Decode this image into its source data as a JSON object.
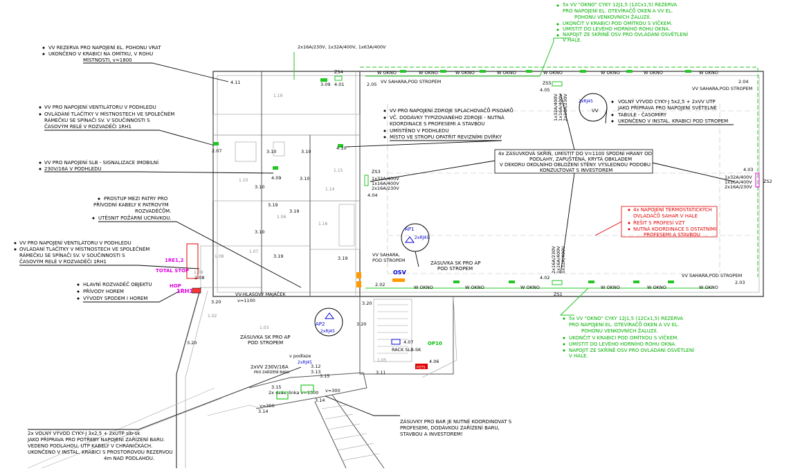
{
  "notes": {
    "top_green": [
      "5x VV \"OKNO\" CYKY 12J1,5 (12Cx1,5) REZERVA",
      "PRO NAPOJENÍ EL. OTEVÍRAČŮ OKEN A VV EL.",
      "POHONU VENKOVNÍCH ŽALUZIÍ.",
      "UKONČIT V KRABICI POD OMÍTKOU S VÍČKEM.",
      "UMÍSTIT DO LEVÉHO HORNÍHO ROHU OKNA.",
      "NAPOJIT ZE SKŘÍNĚ OSV PRO OVLÁDÁNÍ OSVĚTLENÍ",
      "V HALE."
    ],
    "bottom_green": [
      "5x VV \"OKNO\" CYKY 12J1,5 (12Cx1,5) REZERVA",
      "PRO NAPOJENÍ EL. OTEVÍRAČŮ OKEN A VV EL.",
      "POHONU VENKOVNÍCH ŽALUZIÍ.",
      "UKONČIT V KRABICI POD OMÍTKOU S VÍČKEM.",
      "UMÍSTIT DO LEVÉHO HORNÍHO ROHU OKNA.",
      "NAPOJIT ZE SKŘÍNĚ OSV PRO OVLÁDÁNÍ OSVĚTLENÍ",
      "V HALE."
    ],
    "gate": [
      "VV REZERVA PRO NAPOJENÍ EL. POHONU VRAT",
      "UKONČENO V KRABICI NA OMÍTKU, V ROHU",
      "MÍSTNOSTI, v=1800"
    ],
    "vent1": [
      "VV PRO NAPOJENÍ VENTILÁTORU V PODHLEDU",
      "OVLÁDÁNÍ TLAČÍTKY V MÍSTNOSTECH VE SPOLEČNÉM",
      "RÁMEČKU SE SPÍNAČI SV. V SOUČINNOSTI S",
      "ČASOVÝM RELÉ V ROZVADĚČI 1RH1"
    ],
    "slb": [
      "VV PRO NAPOJENÍ SLB - SIGNALIZACE IMOBILNÍ",
      "230V/16A V PODHLEDU"
    ],
    "prostup": [
      "PROSTUP MEZI PATRY PRO",
      "PŘÍVODNÍ KABELY K PATROVÝM",
      "ROZVADĚČŮM.",
      "UTĚSNIT POŽÁRNÍ UCPÁVKOU."
    ],
    "vent2": [
      "VV PRO NAPOJENÍ VENTILÁTORU V PODHLEDU",
      "OVLÁDÁNÍ TLAČÍTKY V MÍSTNOSTECH VE SPOLEČNÉM",
      "RÁMEČKU SE SPÍNAČI SV. V SOUČINNOSTI S",
      "ČASOVÝM RELÉ V ROZVADĚČI 1RH1"
    ],
    "main_board": [
      "HLAVNÍ ROZVADĚČ OBJEKTU",
      "PŘÍVODY HOREM",
      "VÝVODY SPODEM I HOREM"
    ],
    "pisoar": [
      "VV PRO NAPOJENÍ ZDROJE SPLACHOVAČŮ PISOÁRŮ",
      "VČ. DODÁVKY TYPIZOVANÉHO ZDROJE - NUTNÁ",
      "KOORDINACE S PROFESEMI A STAVBOU",
      "UMÍSTĚNO V PODHLEDU",
      "MÍSTO VE STROPU OPATŘIT REVIZNÍMI DVÍŘKY"
    ],
    "cabinet": [
      "4x ZÁSUVKOVÁ SKŘÍŇ, UMÍSTIT DO V=1100 SPODNÍ HRANY OD",
      "PODLAHY, ZAPUŠTĚNÁ, KRYTÁ OBKLADEM",
      "V DEKORU OKOLNÍHO OBLOŽENÍ STĚNY. VÝSLEDNOU PODOBU",
      "KONZULTOVAT S INVESTOREM"
    ],
    "volny": [
      "VOLNÝ VÝVOD CYKY-J 5x2,5 + 2xVV UTP",
      "JAKO PŘÍPRAVA PRO NAPOJENÍ SVĚTELNÉ",
      "TABULE - ČASOMÍRY",
      "UKONČENO V INSTAL. KRABICI POD STROPEM"
    ],
    "red": [
      "4x NAPOJENÍ TERMOSTATICKÝCH",
      "OVLADAČŮ SAHAR V HALE",
      "ŘEŠIT S PROFESÍ VZT",
      "NUTNÁ KOORDINACE S OSTATNÍMI",
      "PROFESEMI A STAVBOU"
    ],
    "ap_sk": [
      "ZÁSUVKA SK PRO AP",
      "POD STROPEM"
    ],
    "ap2_sk": [
      "ZÁSUVKA SK PRO AP",
      "POD STROPEM"
    ],
    "bar_out": [
      "2x VOLNÝ VÝVOD CYKY-J 3x2,5 + 2xUTP slb-sk",
      "JAKO PŘÍPRAVA PRO POTŘEBY NAPOJENÍ ZAŘÍZENÍ BARU.",
      "VEDENO PODLAHOU, UTP KABELY V CHRÁNIČKÁCH.",
      "UKONČENO V INSTAL. KRABICI S PROSTOROVOU REZERVOU",
      "4m NAD PODLAHOU."
    ],
    "bar_sockets": [
      "ZÁSUVKY PRO BAR JE NUTNÉ KOORDINOVAT S",
      "PROFESEMI, DODÁVKOU ZAŘÍZENÍ BARU,",
      "STAVBOU A INVESTOREM!"
    ]
  },
  "labels": {
    "top_feed": "2x16A/230V, 1x32A/400V, 1x63A/400V",
    "zs4": "ZS4",
    "zs3": "ZS3",
    "zs2": "ZS2",
    "zs1": "ZS1",
    "zs5": "ZS5",
    "zs3_spec": [
      "1x32A/400V",
      "1x16A/400V",
      "2x16A/230V"
    ],
    "zs2_spec": [
      "1x32A/400V",
      "1x16A/400V",
      "2x16A/230V"
    ],
    "zs5_spec": [
      "1x32A/400V",
      "1x16A/400V",
      "2x16A/230V"
    ],
    "zs1_spec": [
      "2x16A/230V",
      "1x16A/400V",
      "1x32A/400V"
    ],
    "w_okno": "W OKNO",
    "vv_sahara": "VV SAHARA,POD STROPEM",
    "vv_sahara2": [
      "VV SAHARA,",
      "POD STROPEM"
    ],
    "vv": "VV",
    "ap1": "AP1",
    "ap2": "AP2",
    "rj45": "2xRJ45",
    "osv": "OSV",
    "re": "1RE1,2",
    "total_stop": "TOTAL STOP",
    "rh1": "1RH1",
    "hop": "HOP",
    "majacek": [
      "VV-HLASOVÝ MAJÁČEK",
      "v=1100"
    ],
    "rack": "RACK SLB-SK",
    "op10": "OP10",
    "pzts": "PZTS",
    "v_podlaze": "v podlaze",
    "bar_device": [
      "2xVV  230V/16A",
      "PRO ZAŘÍZENÍ BARU"
    ],
    "linka": [
      "2x 4zás. linka v=1300",
      "v=300",
      "v=300"
    ],
    "num_411": "4.11",
    "num_309": "3.09",
    "num_401": "4.01",
    "num_205": "2.05",
    "num_405": "4.05",
    "num_204": "2.04",
    "num_207": "2.07",
    "num_410": "4.10",
    "num_310a": "3.10",
    "num_310b": "3.10",
    "num_310c": "3.10",
    "num_310d": "3.10",
    "num_409": "4.09",
    "num_404": "4.04",
    "num_403": "4.03",
    "num_319a": "3.19",
    "num_319b": "3.19",
    "num_319c": "3.19",
    "num_402": "4.02",
    "num_203": "2.03",
    "num_202": "2.02",
    "num_208": "2.08",
    "num_320a": "3.20",
    "num_320b": "3.20",
    "num_320c": "3.20",
    "num_407": "4.07",
    "num_406": "4.06",
    "num_311": "3.11",
    "num_312": "3.12",
    "num_313": "3.13",
    "num_315a": "3.15",
    "num_315b": "3.15",
    "num_314a": "3.14",
    "num_314b": "3.14",
    "num_320d": "3.20",
    "room_119": "1.19",
    "room_110": "1.10",
    "room_115": "1.15",
    "room_114": "1.14",
    "room_116": "1.16",
    "room_106": "1.06",
    "room_107": "1.07",
    "room_108": "1.08",
    "room_109": "1.09",
    "room_102": "1.02",
    "room_103": "1.03",
    "room_105": "1.05"
  },
  "colors": {
    "green": "#22c522",
    "red": "#e00000",
    "blue": "#0000d0",
    "magenta": "#e000e0",
    "orange": "#ff9900"
  }
}
